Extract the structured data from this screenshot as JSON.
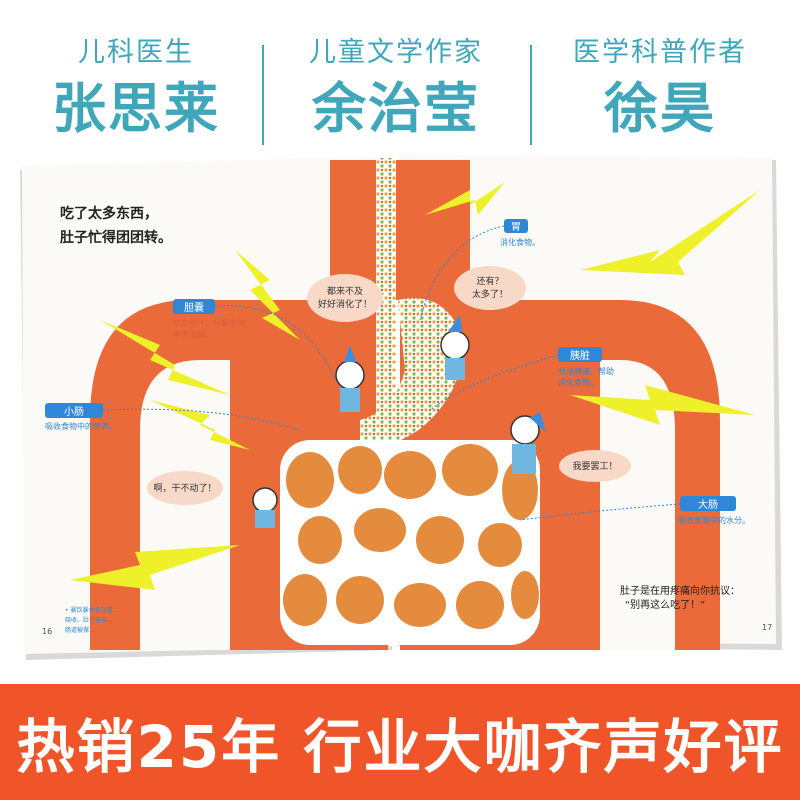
{
  "credits": [
    {
      "role": "儿科医生",
      "name": "张思莱"
    },
    {
      "role": "儿童文学作家",
      "name": "余治莹"
    },
    {
      "role": "医学科普作者",
      "name": "徐昊"
    }
  ],
  "page_left": {
    "heading_line1": "吃了太多东西，",
    "heading_line2": "肚子忙得团团转。",
    "page_number": "16",
    "footnote_line1": "• 暴饮暴食会加重...",
    "footnote_line2": "吸收、肚子容易...",
    "footnote_line3": "肠道被撑...",
    "labels": {
      "gallbladder": {
        "title": "胆囊",
        "desc_line1": "储存胆汁，分解食物",
        "desc_line2": "中的油脂。"
      },
      "small_intestine": {
        "title": "小肠",
        "desc_line1": "吸收食物中的营养。"
      }
    },
    "bubbles": {
      "too_late": {
        "line1": "都来不及",
        "line2": "好好消化了！"
      },
      "cant_move": {
        "line1": "啊，干不动了！"
      }
    }
  },
  "page_right": {
    "page_number": "17",
    "bottom_text_line1": "肚子是在用疼痛向你抗议：",
    "bottom_text_line2": "“别再这么吃了！”",
    "labels": {
      "stomach": {
        "title": "胃",
        "desc_line1": "消化食物。"
      },
      "pancreas": {
        "title": "胰脏",
        "desc_line1": "分泌胰液，帮助",
        "desc_line2": "消化食物。"
      },
      "large_intestine": {
        "title": "大肠",
        "desc_line1": "吸收食物中的水分。"
      }
    },
    "bubbles": {
      "still_more": {
        "line1": "还有？",
        "line2": "太多了！"
      },
      "working_hard": {
        "line1": "我要罢工！"
      }
    }
  },
  "banner": {
    "text": "热销25年 行业大咖齐声好评"
  },
  "colors": {
    "accent_teal": "#3fa7b9",
    "banner_orange": "#f0552a",
    "organ_orange": "#ea6a3a",
    "lightning_yellow": "#eef02a",
    "label_blue": "#2f87d8"
  }
}
